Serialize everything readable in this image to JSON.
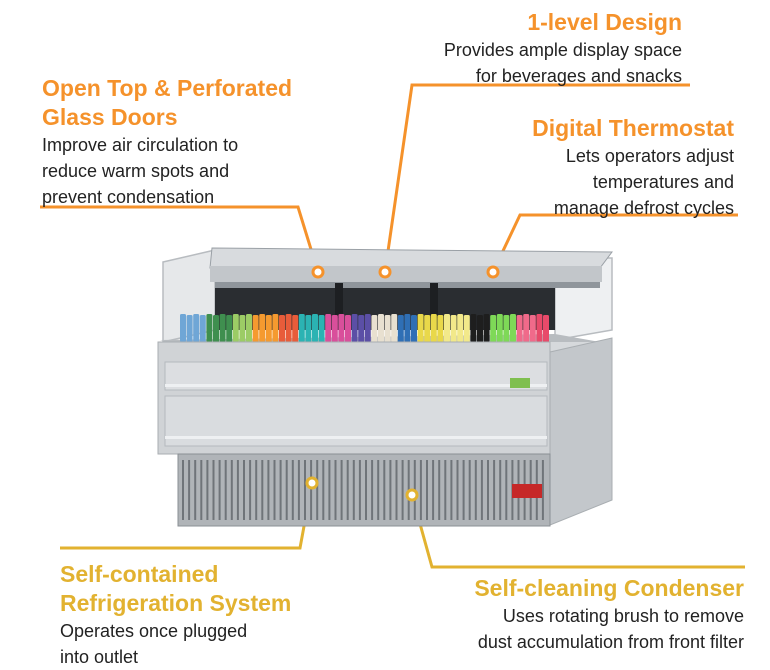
{
  "callouts": {
    "design": {
      "title": "1-level Design",
      "desc": [
        "Provides ample display space",
        "for beverages and snacks"
      ]
    },
    "doors": {
      "title": [
        "Open Top & Perforated",
        "Glass Doors"
      ],
      "desc": [
        "Improve air circulation to",
        "reduce warm spots and",
        "prevent condensation"
      ]
    },
    "thermostat": {
      "title": "Digital Thermostat",
      "desc": [
        "Lets operators adjust",
        "temperatures and",
        "manage defrost cycles"
      ]
    },
    "refrigeration": {
      "title": [
        "Self-contained",
        "Refrigeration System"
      ],
      "desc": [
        "Operates once plugged",
        "into outlet"
      ]
    },
    "condenser": {
      "title": "Self-cleaning Condenser",
      "desc": [
        "Uses rotating brush to remove",
        "dust accumulation from front filter"
      ]
    }
  },
  "colors": {
    "accent_orange": "#f5922b",
    "accent_gold": "#e2b230",
    "steel": "#c9cdd1",
    "text": "#222222"
  }
}
